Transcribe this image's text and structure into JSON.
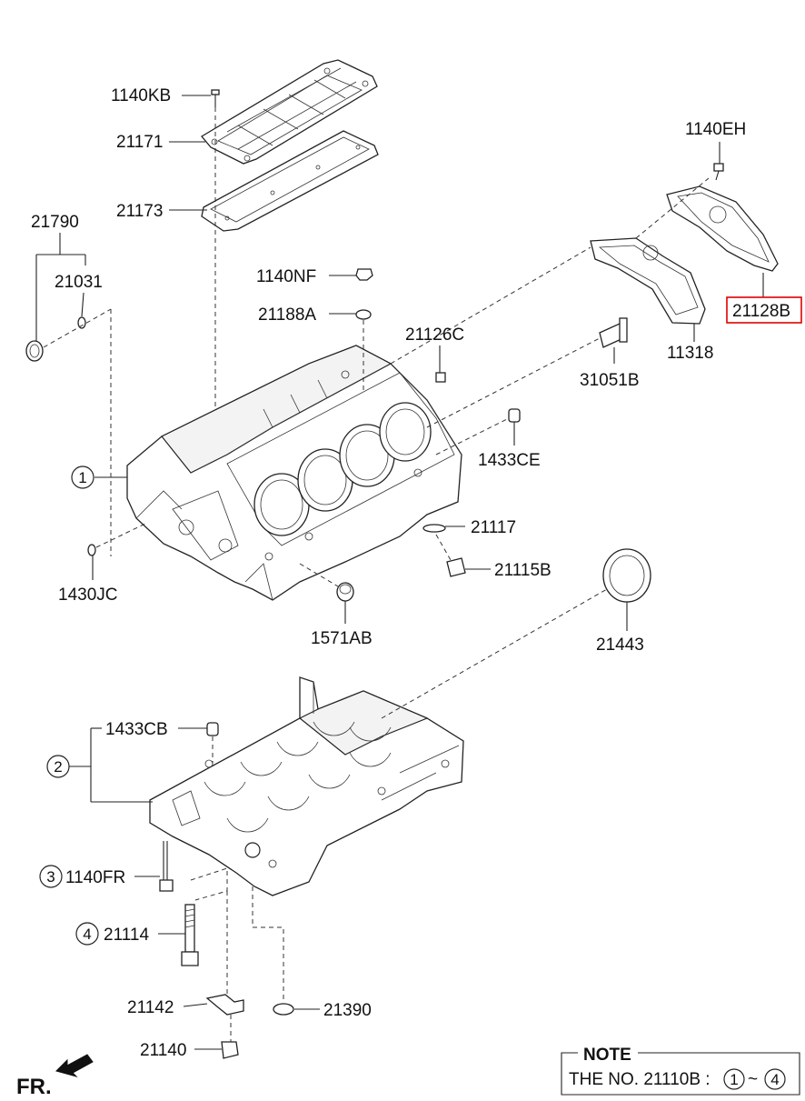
{
  "labels": {
    "p1140KB": "1140KB",
    "p21171": "21171",
    "p21173": "21173",
    "p21790": "21790",
    "p21031": "21031",
    "p1140NF": "1140NF",
    "p21188A": "21188A",
    "p21126C": "21126C",
    "p1140EH": "1140EH",
    "p21128B": "21128B",
    "p11318": "11318",
    "p31051B": "31051B",
    "p1433CE": "1433CE",
    "p21117": "21117",
    "p21115B": "21115B",
    "p1430JC": "1430JC",
    "p1571AB": "1571AB",
    "p21443": "21443",
    "p1433CB": "1433CB",
    "p1140FR": "1140FR",
    "p21114": "21114",
    "p21142": "21142",
    "p21390": "21390",
    "p21140": "21140"
  },
  "markers": {
    "m1": "1",
    "m2": "2",
    "m3": "3",
    "m4": "4"
  },
  "note": {
    "title": "NOTE",
    "prefix": "THE NO. 21110B :",
    "range_start": "1",
    "tilde": "~",
    "range_end": "4"
  },
  "direction": "FR.",
  "colors": {
    "highlight": "#e00000",
    "ink": "#222222"
  }
}
